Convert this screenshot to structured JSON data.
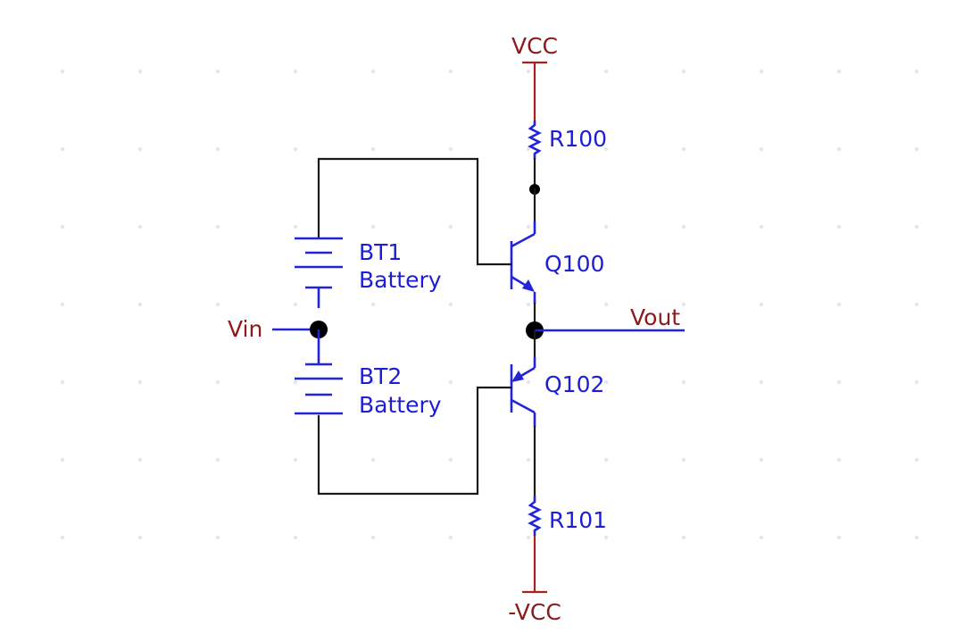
{
  "nets": {
    "vcc": "VCC",
    "neg_vcc": "-VCC",
    "vin": "Vin",
    "vout": "Vout"
  },
  "components": {
    "r100": "R100",
    "r101": "R101",
    "q100": "Q100",
    "q102": "Q102",
    "bt1_ref": "BT1",
    "bt1_value": "Battery",
    "bt2_ref": "BT2",
    "bt2_value": "Battery"
  },
  "colors": {
    "net_label": "#8b1a1a",
    "component": "#1d1dd6",
    "wire": "#1a1a1a",
    "power_wire": "#a82020"
  }
}
